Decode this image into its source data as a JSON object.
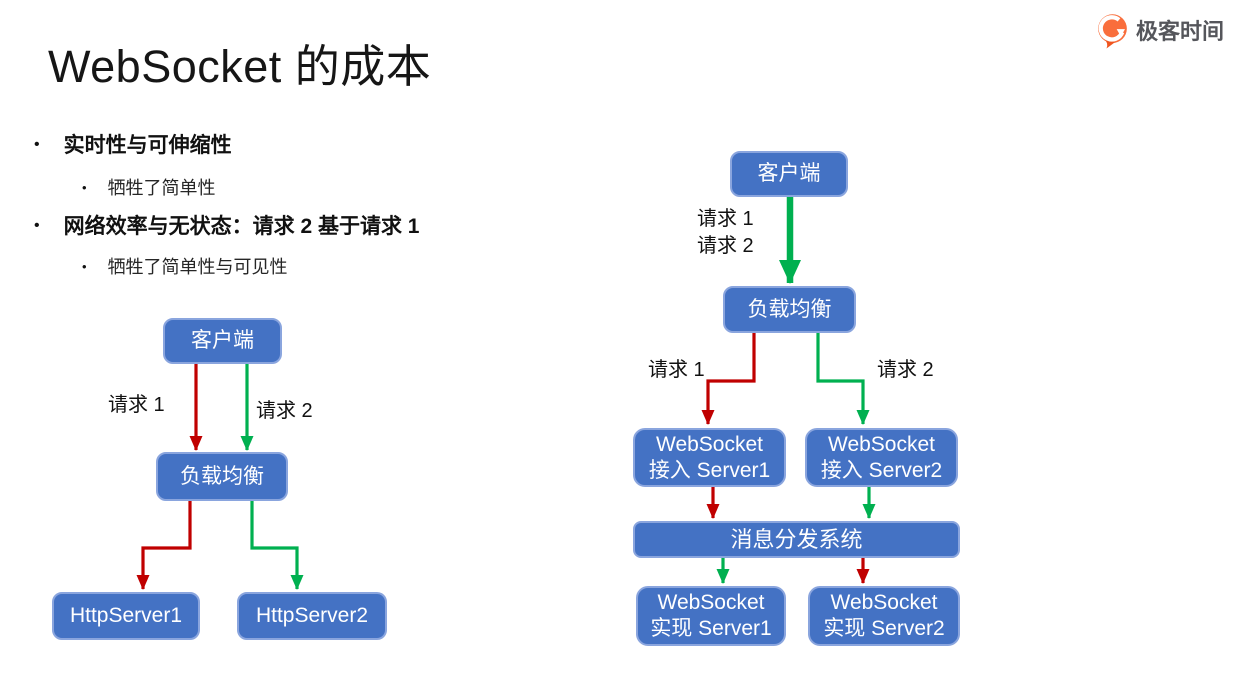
{
  "slide_title": "WebSocket 的成本",
  "logo": {
    "name": "极客时间"
  },
  "bullets": [
    {
      "text": "实时性与可伸缩性",
      "children": [
        "牺牲了简单性"
      ]
    },
    {
      "text": "网络效率与无状态：请求 2 基于请求 1",
      "children": [
        "牺牲了简单性与可见性"
      ]
    }
  ],
  "http_diagram": {
    "client": "客户端",
    "request1": "请求 1",
    "request2": "请求 2",
    "load_balancer": "负载均衡",
    "server1": "HttpServer1",
    "server2": "HttpServer2"
  },
  "ws_diagram": {
    "client": "客户端",
    "combined_requests": [
      "请求 1",
      "请求 2"
    ],
    "load_balancer": "负载均衡",
    "request1": "请求 1",
    "request2": "请求 2",
    "access_server1_line1": "WebSocket",
    "access_server1_line2": "接入 Server1",
    "access_server2_line1": "WebSocket",
    "access_server2_line2": "接入 Server2",
    "dispatcher": "消息分发系统",
    "impl_server1_line1": "WebSocket",
    "impl_server1_line2": "实现 Server1",
    "impl_server2_line1": "WebSocket",
    "impl_server2_line2": "实现 Server2"
  },
  "colors": {
    "node_fill": "#4472C4",
    "node_border": "#8AA5DE",
    "request1_red": "#C00000",
    "request2_green": "#00B050",
    "logo_orange": "#F96E3C",
    "logo_text_gray": "#55565B",
    "title_black": "#161616"
  }
}
